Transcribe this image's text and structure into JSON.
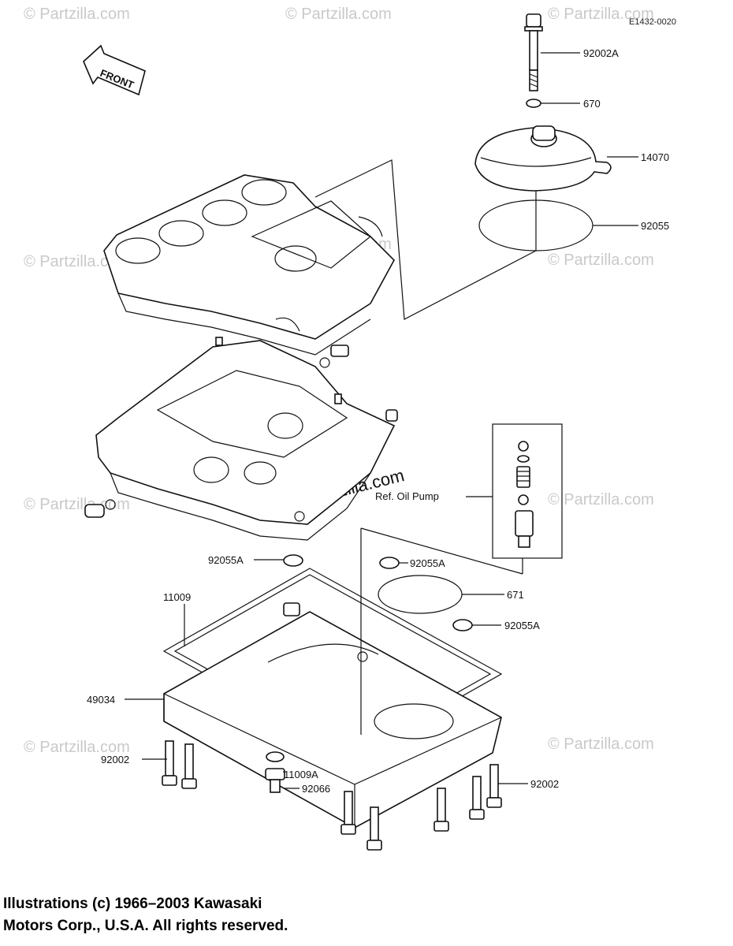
{
  "diagram": {
    "code": "E1432-0020",
    "front_label": "FRONT",
    "ref_label": "Ref. Oil Pump",
    "watermark": "© Partzilla.com",
    "watermark_center": "Partzilla.com",
    "parts": [
      {
        "id": "92002A"
      },
      {
        "id": "670"
      },
      {
        "id": "14070"
      },
      {
        "id": "92055"
      },
      {
        "id": "92055A"
      },
      {
        "id": "92055A"
      },
      {
        "id": "671"
      },
      {
        "id": "92055A"
      },
      {
        "id": "11009"
      },
      {
        "id": "49034"
      },
      {
        "id": "92002"
      },
      {
        "id": "11009A"
      },
      {
        "id": "92066"
      },
      {
        "id": "92002"
      }
    ]
  },
  "footer": {
    "line1": "Illustrations (c) 1966–2003 Kawasaki",
    "line2": "Motors Corp., U.S.A.  All rights reserved."
  }
}
